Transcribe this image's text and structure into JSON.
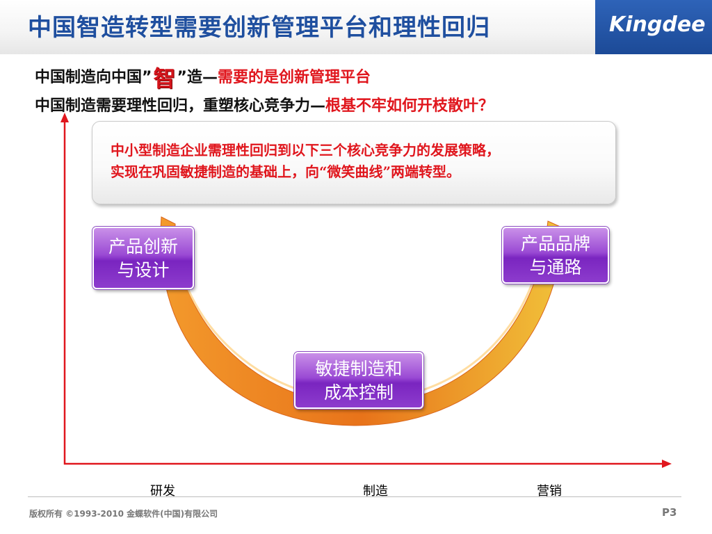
{
  "header": {
    "title": "中国智造转型需要创新管理平台和理性回归",
    "logo": "Kingdee"
  },
  "headline1": {
    "prefix": "中国制造向中国”",
    "zhi": "智",
    "mid": "”造—",
    "emphasis": "需要的是创新管理平台"
  },
  "headline2": {
    "prefix": "中国制造需要理性回归，重塑核心竞争力—",
    "emphasis": "根基不牢如何开枝散叶？"
  },
  "callout": {
    "line1": "中小型制造企业需理性回归到以下三个核心竞争力的发展策略，",
    "line2": "实现在巩固敏捷制造的基础上，向“微笑曲线”两端转型。"
  },
  "boxes": {
    "left": {
      "line1": "产品创新",
      "line2": "与设计"
    },
    "middle": {
      "line1": "敏捷制造和",
      "line2": "成本控制"
    },
    "right": {
      "line1": "产品品牌",
      "line2": "与通路"
    }
  },
  "axis": {
    "label_left": "研发",
    "label_middle": "制造",
    "label_right": "营销"
  },
  "footer": {
    "copyright": "版权所有 ©1993-2010 金蝶软件(中国)有限公司",
    "page": "P3"
  },
  "colors": {
    "title_blue": "#1f4f9f",
    "emphasis_red": "#e0161d",
    "axis_red": "#e0161d",
    "curve_orange": "#f08a1a",
    "box_purple": "#8d3ccd"
  }
}
